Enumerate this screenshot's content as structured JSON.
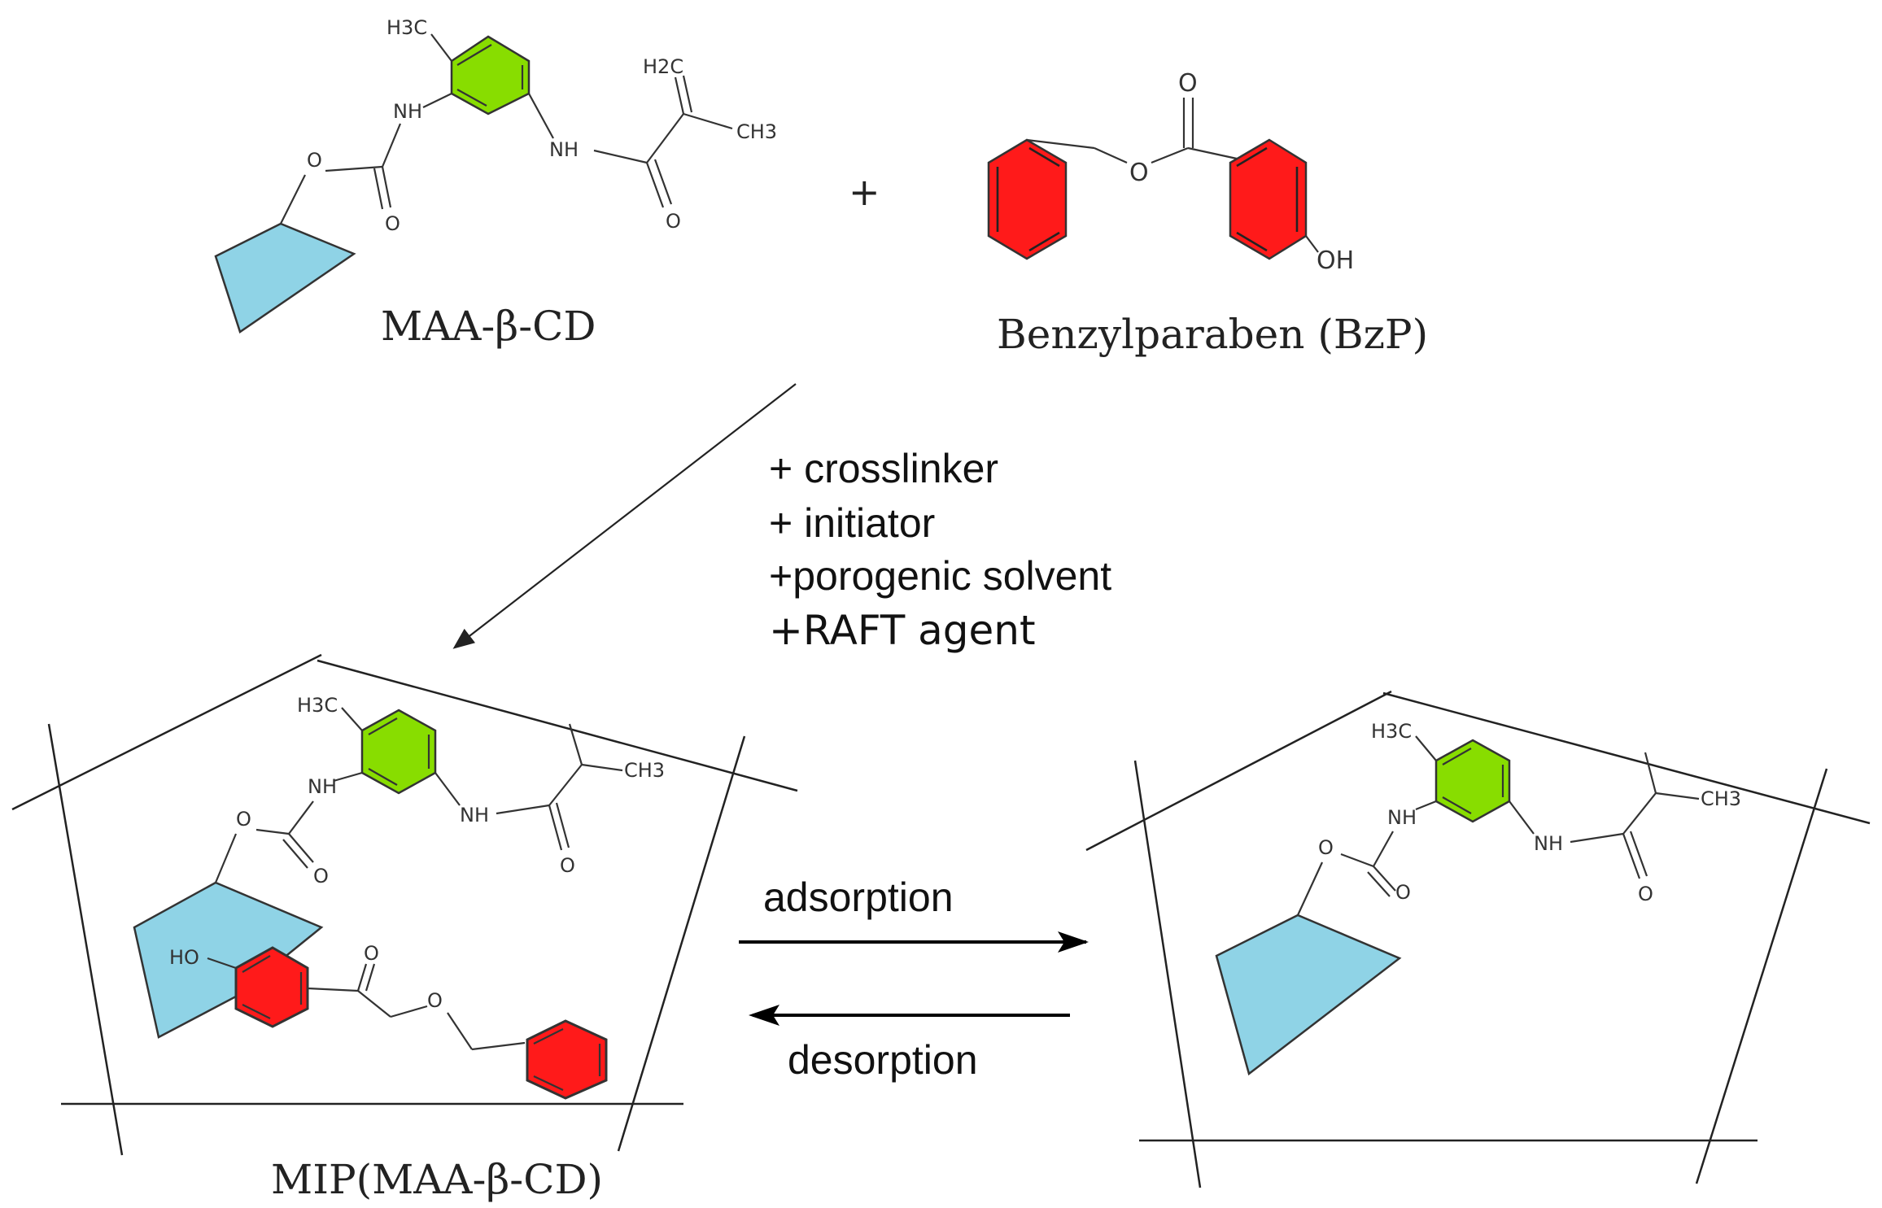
{
  "labels": {
    "monomer": "MAA-β-CD",
    "template": "Benzylparaben (BzP)",
    "plus": "+",
    "mip": "MIP(MAA-β-CD)"
  },
  "conditions": [
    "+ crosslinker",
    "+ initiator",
    "+porogenic solvent",
    "+RAFT agent"
  ],
  "equilibrium": {
    "forward": "adsorption",
    "reverse": "desorption"
  },
  "atoms": {
    "methyl_h3c": "H3C",
    "nh": "NH",
    "o": "O",
    "vinyl_h2c": "H2C",
    "methyl_ch3": "CH3",
    "oh": "OH",
    "ho": "HO"
  },
  "colors": {
    "aromatic_ring_monomer": "#88dd00",
    "aromatic_ring_template": "#ff1a1a",
    "cyclodextrin": "#8fd3e6",
    "line": "#222222"
  }
}
